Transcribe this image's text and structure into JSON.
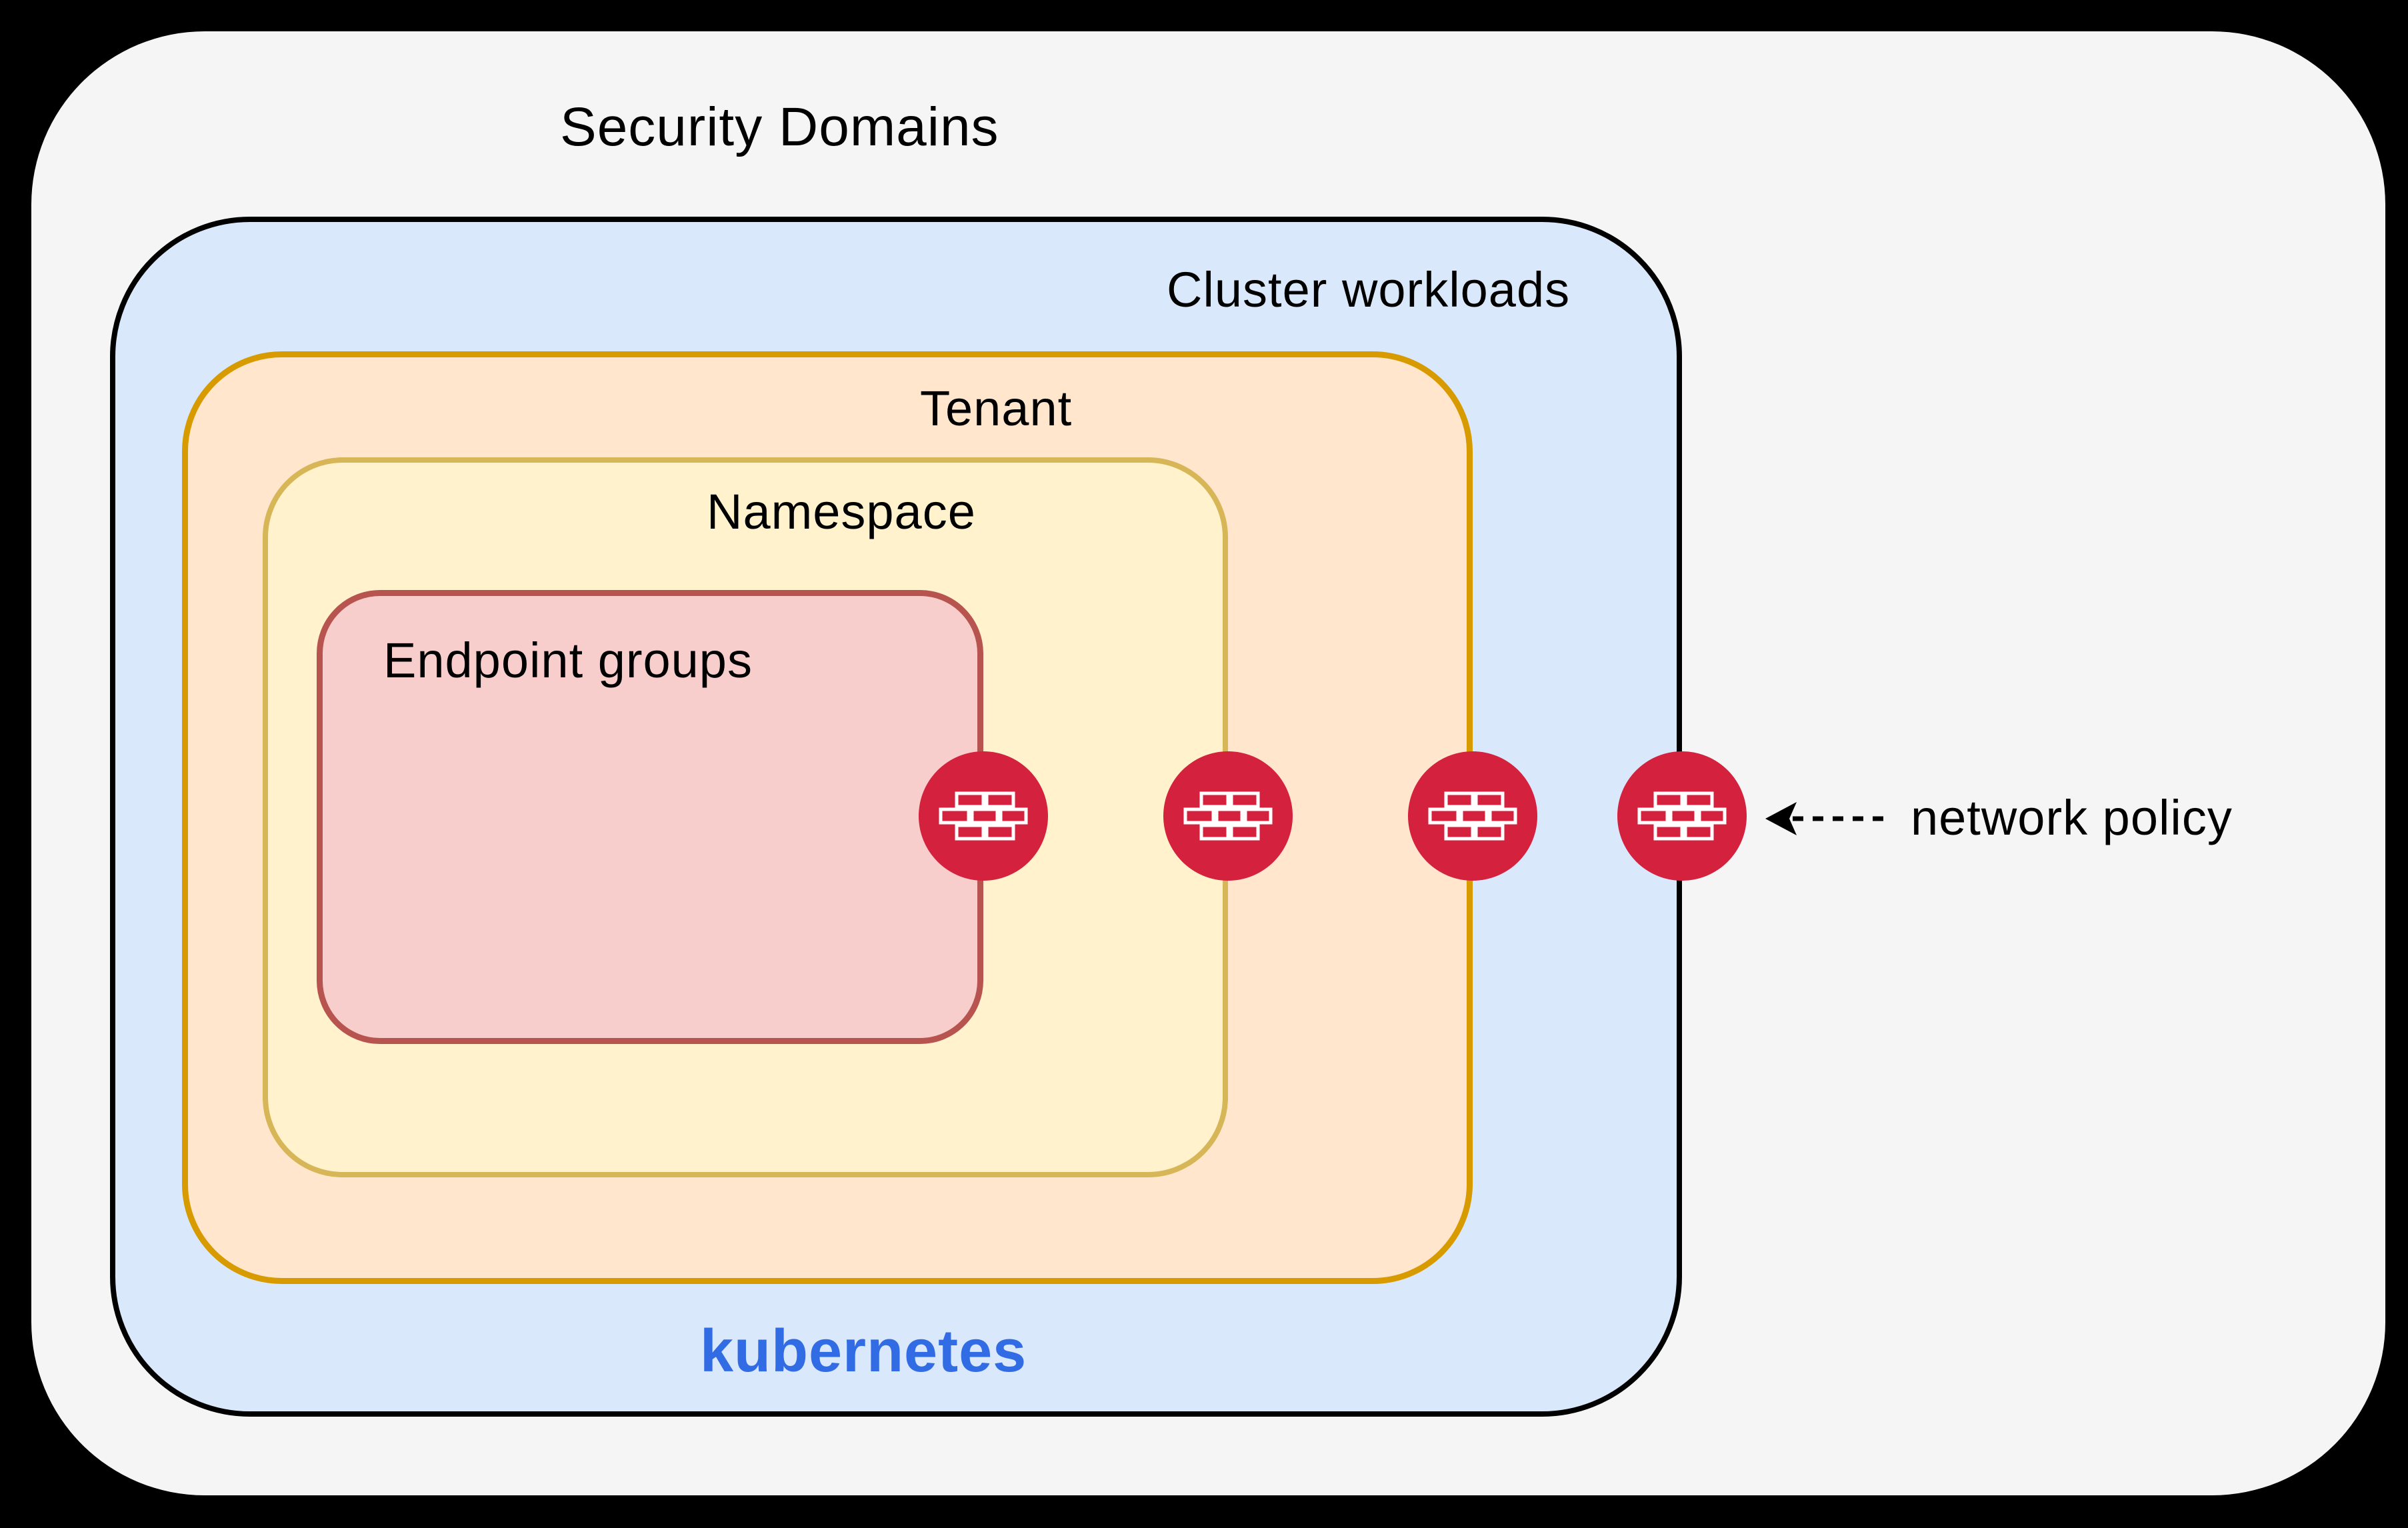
{
  "title": "Security Domains",
  "background": "#000000",
  "outer_panel": {
    "fill": "#f5f5f5"
  },
  "domains": [
    {
      "label": "Cluster workloads",
      "fill": "#dae8fc",
      "border": "#000000"
    },
    {
      "label": "Tenant",
      "fill": "#ffe6cc",
      "border": "#d79b00"
    },
    {
      "label": "Namespace",
      "fill": "#fff2cc",
      "border": "#d6b656"
    },
    {
      "label": "Endpoint groups",
      "fill": "#f8cecc",
      "border": "#b85450"
    }
  ],
  "platform": {
    "label": "kubernetes",
    "color": "#326ce5"
  },
  "annotation": {
    "label": "network policy",
    "arrow_style": "dashed, pointing left"
  },
  "firewall": {
    "icon": "firewall-brick-icon",
    "count": 4,
    "fill": "#d4213d",
    "brick_color": "#ffffff"
  }
}
